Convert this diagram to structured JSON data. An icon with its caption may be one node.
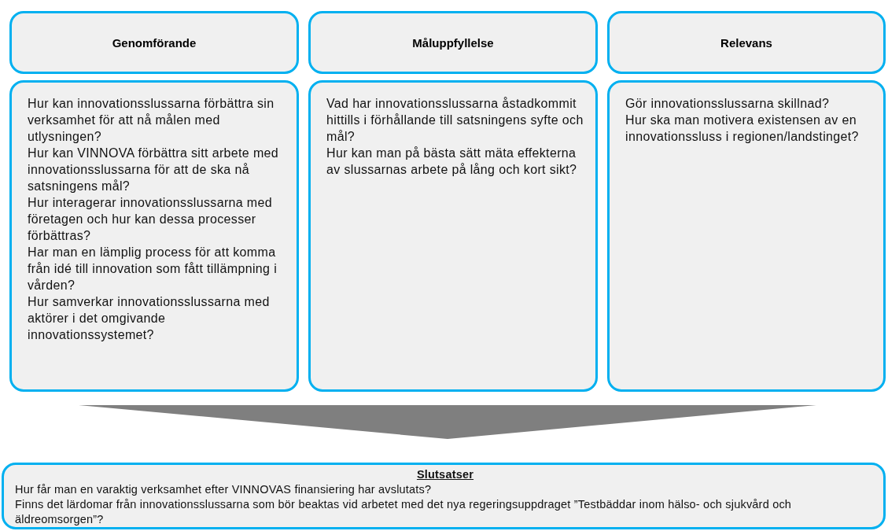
{
  "diagram": {
    "nodes": [
      {
        "text": [
          "Genomförande"
        ]
      },
      {
        "text": [
          "Måluppfyllelse"
        ]
      },
      {
        "text": [
          "Relevans"
        ]
      },
      {
        "text": [
          "Hur kan innovationsslussarna förbättra sin verksamhet för att nå målen med utlysningen?",
          "Hur kan VINNOVA förbättra sitt arbete med innovationsslussarna för att de ska nå satsningens mål?",
          "Hur interagerar innovationsslussarna med företagen och hur kan dessa processer förbättras?",
          "Har man en lämplig process för att komma från idé till innovation som fått tillämpning i vården?",
          "Hur samverkar innovationsslussarna med aktörer i det omgivande innovationssystemet?"
        ]
      },
      {
        "text": [
          "Vad har innovationsslussarna åstadkommit hittills i förhållande till satsningens syfte och mål?",
          "Hur kan man på bästa sätt mäta effekterna av slussarnas arbete på lång och kort sikt?"
        ]
      },
      {
        "text": [
          "Gör innovationsslussarna skillnad?",
          "Hur ska man motivera existensen av en innovationssluss i regionen/landstinget?"
        ]
      },
      {
        "text": [
          "Slutsatser",
          "Hur får man en varaktig verksamhet efter VINNOVAS finansiering har avslutats?",
          "Finns det lärdomar från innovationsslussarna som bör beaktas vid arbetet med det nya regeringsuppdraget ”Testbäddar inom hälso- och sjukvård och äldreomsorgen”?"
        ]
      }
    ]
  }
}
